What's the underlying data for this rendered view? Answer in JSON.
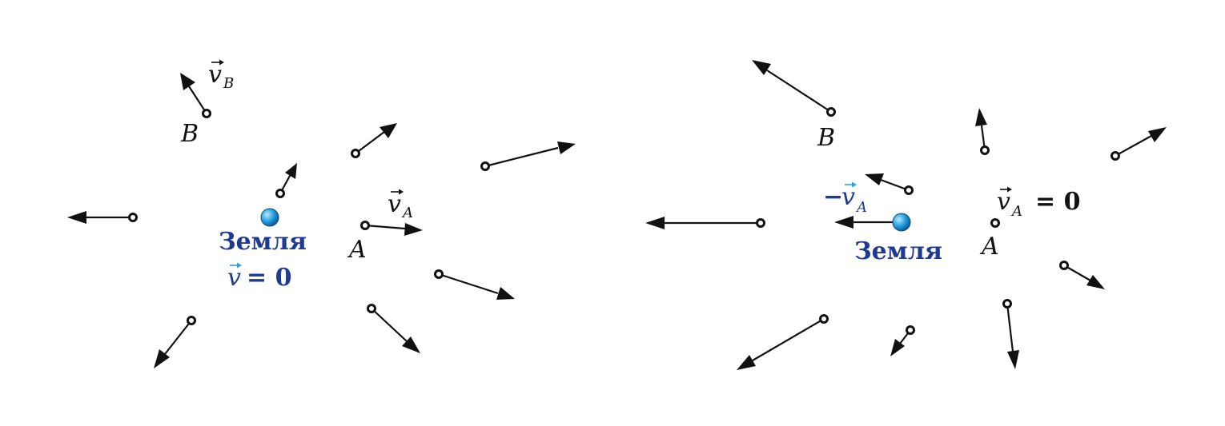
{
  "colors": {
    "ink": "#111111",
    "earth_label": "#1f3a93",
    "earth_fill": "#29a3e0",
    "earth_highlight": "#bfe9ff"
  },
  "left_frame": {
    "earth_name": "Земля",
    "earth_velocity_symbol": "v",
    "earth_velocity_rest": "= 0",
    "point_a": "A",
    "point_b": "B",
    "vec_a_symbol": "v",
    "vec_a_sub": "A",
    "vec_b_symbol": "v",
    "vec_b_sub": "B"
  },
  "right_frame": {
    "earth_name": "Земля",
    "earth_vec_minus": "−",
    "earth_vec_symbol": "v",
    "earth_vec_sub": "A",
    "point_a": "A",
    "point_b": "B",
    "vec_a_symbol": "v",
    "vec_a_sub": "A",
    "vec_a_rest": "= 0"
  }
}
